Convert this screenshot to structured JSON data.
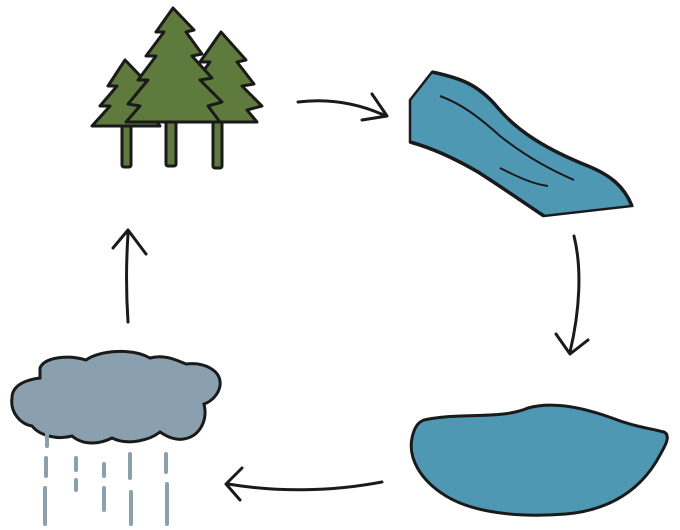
{
  "diagram": {
    "type": "cycle",
    "nodes": [
      {
        "id": "forest",
        "icon": "forest-icon"
      },
      {
        "id": "river",
        "icon": "river-icon"
      },
      {
        "id": "lake",
        "icon": "lake-icon"
      },
      {
        "id": "rain-cloud",
        "icon": "rain-cloud-icon"
      }
    ],
    "edges": [
      {
        "from": "forest",
        "to": "river"
      },
      {
        "from": "river",
        "to": "lake"
      },
      {
        "from": "lake",
        "to": "rain-cloud"
      },
      {
        "from": "rain-cloud",
        "to": "forest"
      }
    ],
    "colors": {
      "tree_fill": "#5e7a3c",
      "water_fill": "#4f98b3",
      "cloud_fill": "#8aa0ae",
      "rain": "#8aa0ae",
      "outline": "#1a1a1a"
    }
  }
}
